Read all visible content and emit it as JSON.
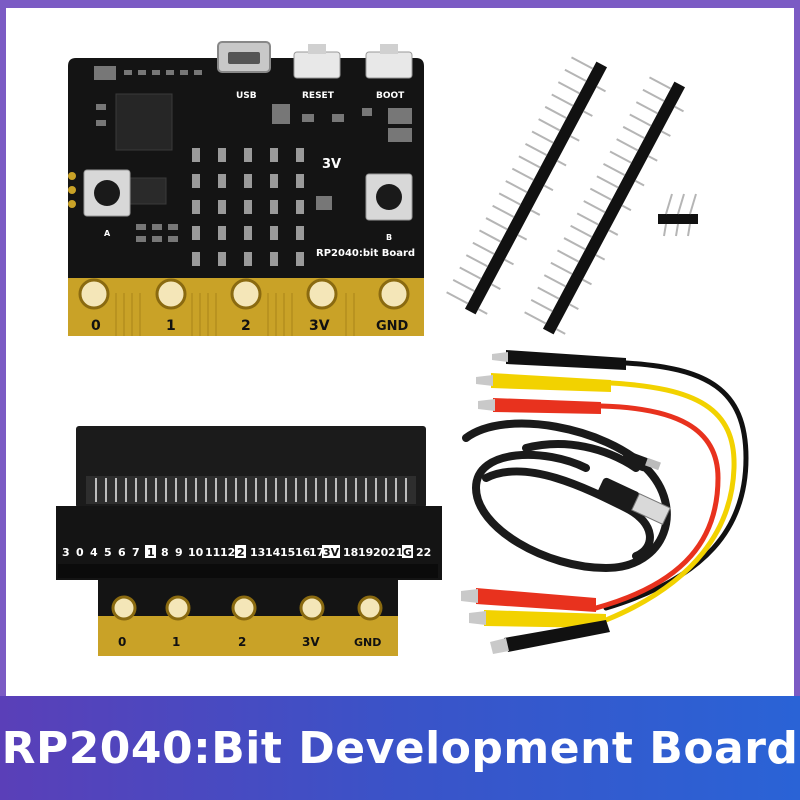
{
  "banner": {
    "title": "RP2040:Bit Development Board"
  },
  "board": {
    "silkscreen_name": "RP2040:bit Board",
    "usb_label": "USB",
    "reset_label": "RESET",
    "boot_label": "BOOT",
    "button_a_label": "A",
    "button_b_label": "B",
    "voltage_label": "3V",
    "pads": [
      "0",
      "1",
      "2",
      "3V",
      "GND"
    ]
  },
  "breakout": {
    "pin_numbers": [
      "3",
      "0",
      "4",
      "5",
      "6",
      "7",
      "1",
      "8",
      "9",
      "10",
      "11",
      "12",
      "2",
      "13",
      "14",
      "15",
      "16",
      "17",
      "3V",
      "18",
      "19",
      "20",
      "21",
      "G",
      "22"
    ],
    "pads": [
      "0",
      "1",
      "2",
      "3V",
      "GND"
    ]
  },
  "colors": {
    "banner_start": "#5a3fb8",
    "banner_end": "#2a63d6",
    "border": "#7b5bc4",
    "pcb": "#141414",
    "gold": "#c9a227"
  }
}
